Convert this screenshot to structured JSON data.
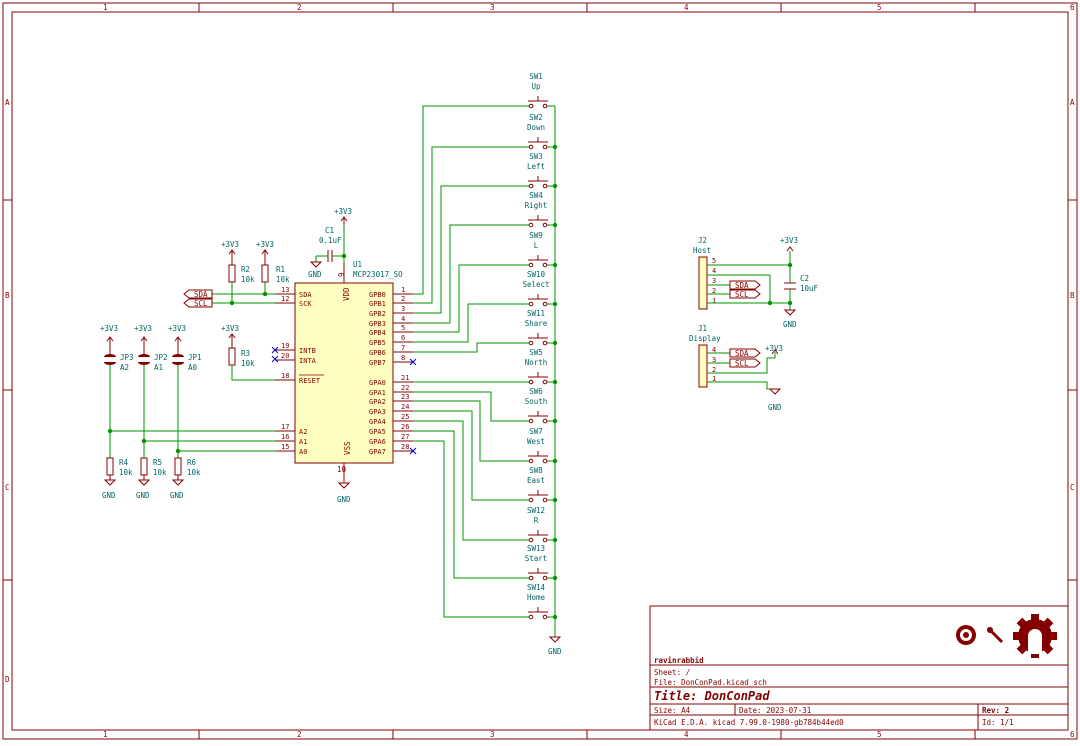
{
  "frame": {
    "col_labels": [
      "1",
      "2",
      "3",
      "4",
      "5",
      "6"
    ],
    "row_labels": [
      "A",
      "B",
      "C",
      "D"
    ]
  },
  "title_block": {
    "company": "ravinrabbid",
    "sheet": "Sheet: /",
    "file": "File: DonConPad.kicad_sch",
    "title": "Title: DonConPad",
    "size": "Size: A4",
    "date": "Date: 2023-07-31",
    "rev": "Rev: 2",
    "tool": "KiCad E.D.A.  kicad 7.99.0-1980-gb784b44ed0",
    "id": "Id: 1/1"
  },
  "power": {
    "v33": "+3V3",
    "gnd": "GND"
  },
  "u1": {
    "ref": "U1",
    "value": "MCP23017_SO",
    "vdd": "VDD",
    "vss": "VSS",
    "vdd_pin": "9",
    "vss_pin": "10",
    "left_pins": [
      {
        "name": "SDA",
        "num": "13"
      },
      {
        "name": "SCK",
        "num": "12"
      },
      {
        "name": "INTB",
        "num": "19"
      },
      {
        "name": "INTA",
        "num": "20"
      },
      {
        "name": "RESET",
        "num": "18"
      },
      {
        "name": "A2",
        "num": "17"
      },
      {
        "name": "A1",
        "num": "16"
      },
      {
        "name": "A0",
        "num": "15"
      }
    ],
    "right_pins": [
      {
        "name": "GPB0",
        "num": "1"
      },
      {
        "name": "GPB1",
        "num": "2"
      },
      {
        "name": "GPB2",
        "num": "3"
      },
      {
        "name": "GPB3",
        "num": "4"
      },
      {
        "name": "GPB4",
        "num": "5"
      },
      {
        "name": "GPB5",
        "num": "6"
      },
      {
        "name": "GPB6",
        "num": "7"
      },
      {
        "name": "GPB7",
        "num": "8"
      },
      {
        "name": "GPA0",
        "num": "21"
      },
      {
        "name": "GPA1",
        "num": "22"
      },
      {
        "name": "GPA2",
        "num": "23"
      },
      {
        "name": "GPA3",
        "num": "24"
      },
      {
        "name": "GPA4",
        "num": "25"
      },
      {
        "name": "GPA5",
        "num": "26"
      },
      {
        "name": "GPA6",
        "num": "27"
      },
      {
        "name": "GPA7",
        "num": "28"
      }
    ]
  },
  "c1": {
    "ref": "C1",
    "value": "0.1uF"
  },
  "c2": {
    "ref": "C2",
    "value": "10uF"
  },
  "resistors": [
    {
      "ref": "R1",
      "value": "10k"
    },
    {
      "ref": "R2",
      "value": "10k"
    },
    {
      "ref": "R3",
      "value": "10k"
    },
    {
      "ref": "R4",
      "value": "10k"
    },
    {
      "ref": "R5",
      "value": "10k"
    },
    {
      "ref": "R6",
      "value": "10k"
    }
  ],
  "jumpers": [
    {
      "ref": "JP3",
      "value": "A2"
    },
    {
      "ref": "JP2",
      "value": "A1"
    },
    {
      "ref": "JP1",
      "value": "A0"
    }
  ],
  "switches": [
    {
      "ref": "SW1",
      "value": "Up"
    },
    {
      "ref": "SW2",
      "value": "Down"
    },
    {
      "ref": "SW3",
      "value": "Left"
    },
    {
      "ref": "SW4",
      "value": "Right"
    },
    {
      "ref": "SW9",
      "value": "L"
    },
    {
      "ref": "SW10",
      "value": "Select"
    },
    {
      "ref": "SW11",
      "value": "Share"
    },
    {
      "ref": "SW5",
      "value": "North"
    },
    {
      "ref": "SW6",
      "value": "South"
    },
    {
      "ref": "SW7",
      "value": "West"
    },
    {
      "ref": "SW8",
      "value": "East"
    },
    {
      "ref": "SW12",
      "value": "R"
    },
    {
      "ref": "SW13",
      "value": "Start"
    },
    {
      "ref": "SW14",
      "value": "Home"
    }
  ],
  "j2": {
    "ref": "J2",
    "value": "Host",
    "pins": [
      "5",
      "4",
      "3",
      "2",
      "1"
    ]
  },
  "j1": {
    "ref": "J1",
    "value": "Display",
    "pins": [
      "4",
      "3",
      "2",
      "1"
    ]
  },
  "net_labels": {
    "sda": "SDA",
    "scl": "SCL"
  }
}
